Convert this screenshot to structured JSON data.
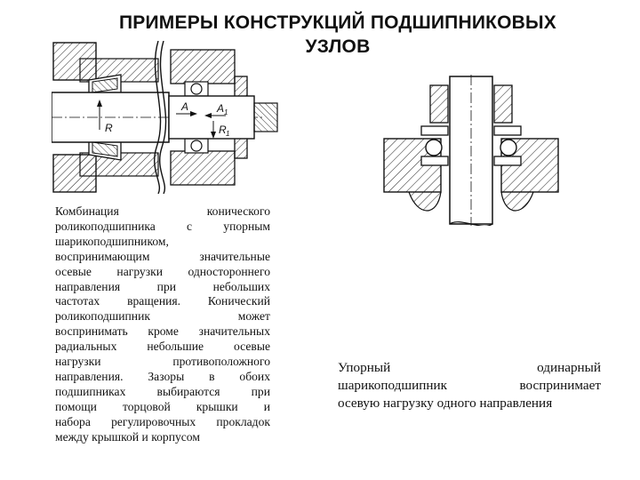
{
  "slide": {
    "title_line1": "ПРИМЕРЫ КОНСТРУКЦИЙ ПОДШИПНИКОВЫХ",
    "title_line2": "УЗЛОВ"
  },
  "left_drawing": {
    "labels": {
      "r": "R",
      "a": "A",
      "a1": "A",
      "a1_sub": "1",
      "r1": "R",
      "r1_sub": "1"
    }
  },
  "left_description": {
    "lines": [
      "Комбинация конического",
      "роликоподшипника с упорным",
      "шарикоподшипником,",
      "воспринимающим значительные",
      "осевые нагрузки одностороннего",
      "направления при небольших",
      "частотах вращения. Конический",
      "роликоподшипник может",
      "воспринимать кроме значительных",
      "радиальных небольшие осевые",
      "нагрузки противоположного",
      "направления. Зазоры в обоих",
      "подшипниках выбираются при",
      "помощи торцовой крышки и",
      "набора регулировочных прокладок",
      "между крышкой и корпусом"
    ]
  },
  "right_description": {
    "lines": [
      "Упорный одинарный",
      "шарикоподшипник воспринимает",
      "осевую нагрузку одного направления"
    ]
  }
}
